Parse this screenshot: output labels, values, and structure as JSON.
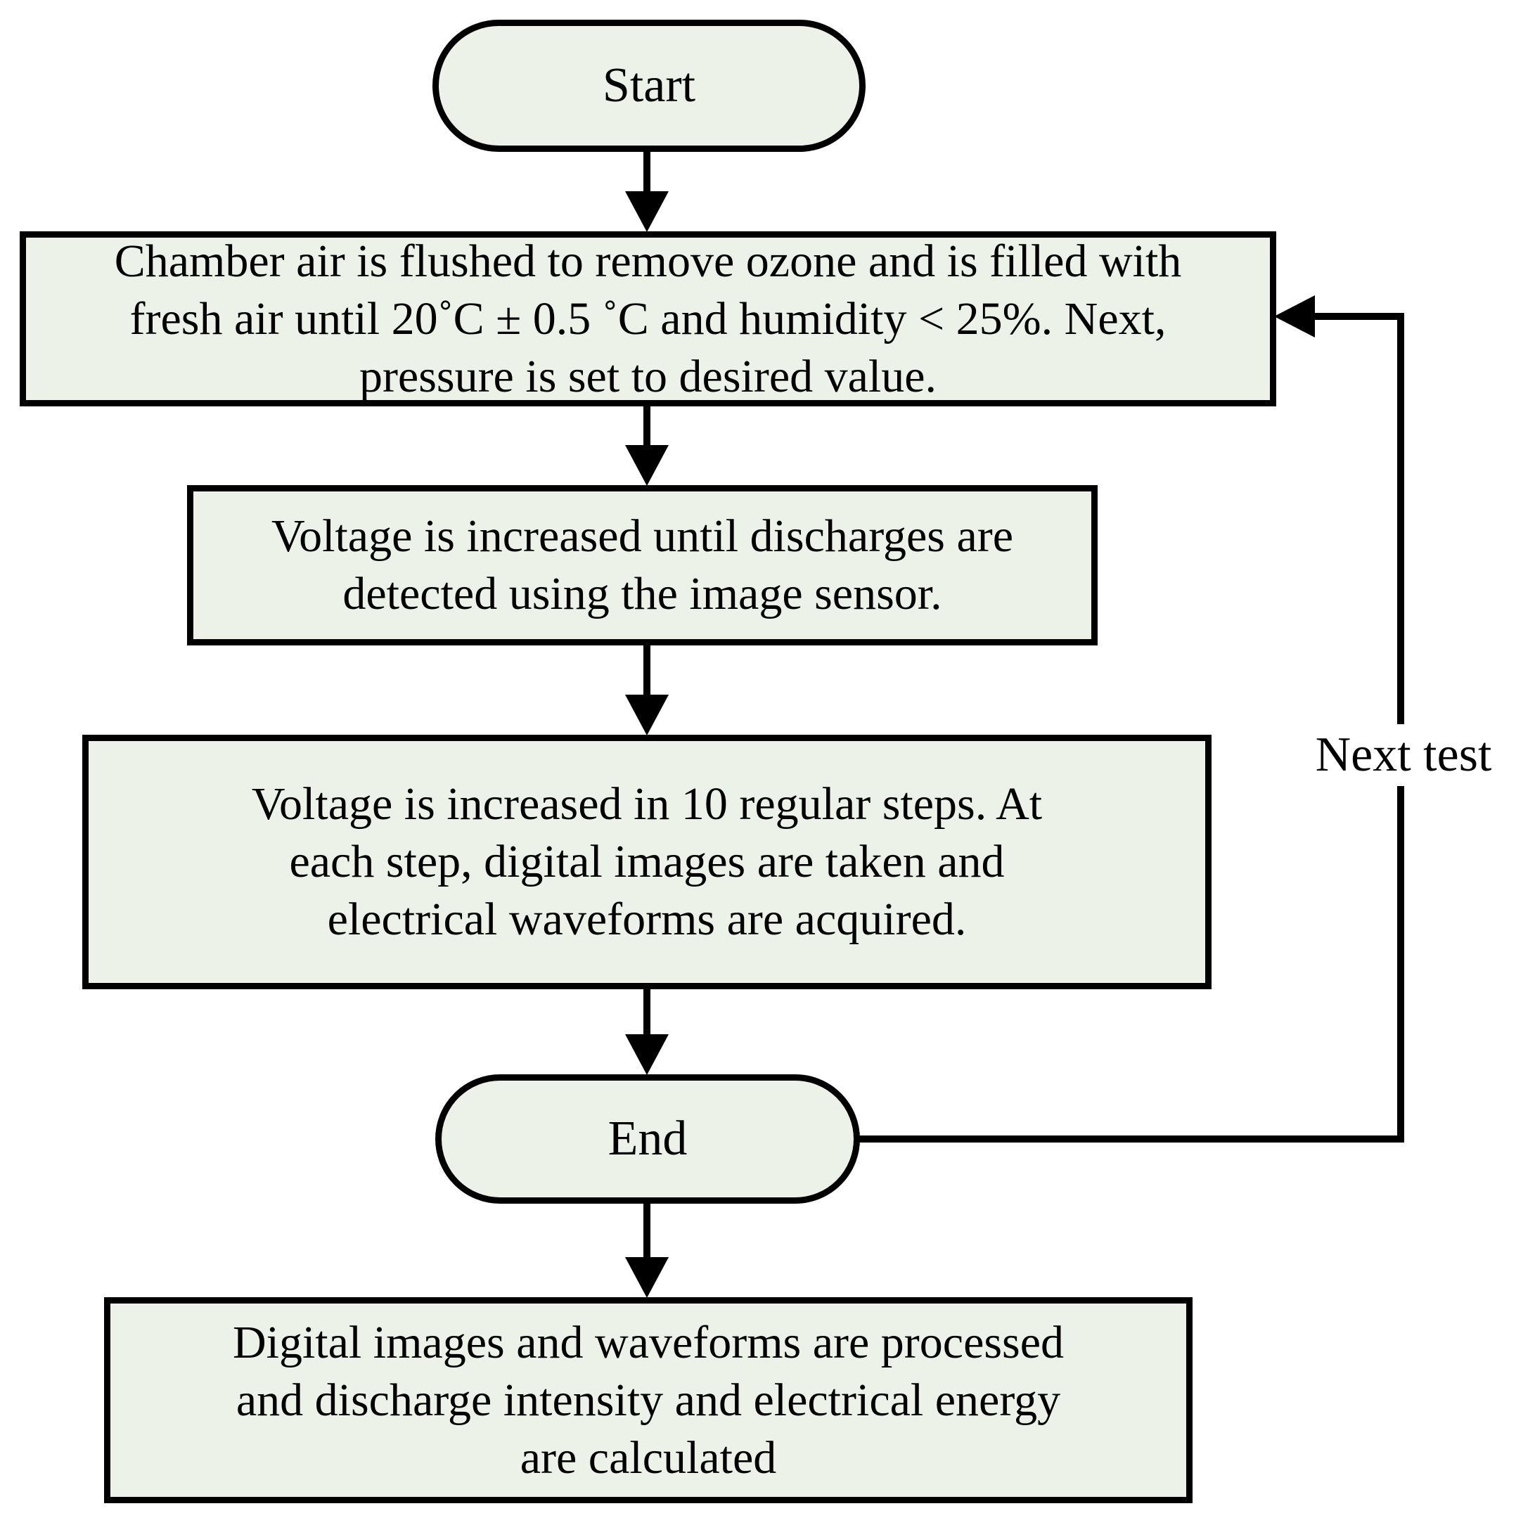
{
  "flowchart": {
    "nodes": {
      "start": {
        "type": "terminator",
        "label": "Start"
      },
      "chamber": {
        "type": "process",
        "lines": [
          "Chamber air is flushed to remove ozone and is filled with",
          "fresh air until 20˚C ± 0.5 ˚C and humidity < 25%. Next,",
          "pressure is set to desired value."
        ]
      },
      "detect": {
        "type": "process",
        "lines": [
          "Voltage is increased until discharges are",
          "detected using the image sensor."
        ]
      },
      "steps": {
        "type": "process",
        "lines": [
          "Voltage is increased in 10 regular steps. At",
          "each step, digital images are taken and",
          "electrical waveforms are acquired."
        ]
      },
      "end": {
        "type": "terminator",
        "label": "End"
      },
      "process": {
        "type": "process",
        "lines": [
          "Digital images and waveforms are processed",
          "and discharge intensity and electrical energy",
          "are calculated"
        ]
      }
    },
    "edges": {
      "next_test_label": "Next test"
    },
    "colors": {
      "node_fill": "#edf2e8",
      "node_stroke": "#000000",
      "arrow": "#000000",
      "canvas_bg": "#ffffff"
    }
  }
}
